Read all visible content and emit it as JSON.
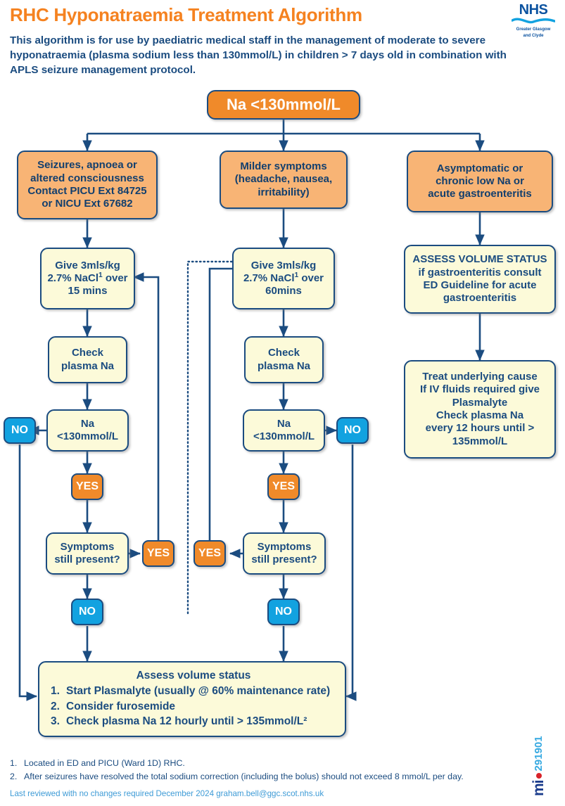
{
  "header": {
    "title": "RHC Hyponatraemia Treatment Algorithm",
    "intro": "This algorithm is for use by paediatric medical staff in the management of moderate to severe hyponatraemia (plasma sodium less than 130mmol/L) in children > 7 days old in combination with APLS seizure management protocol.",
    "logo": {
      "word": "NHS",
      "sub_line1": "Greater Glasgow",
      "sub_line2": "and Clyde"
    }
  },
  "colors": {
    "title_orange": "#F58220",
    "nhs_blue": "#0C53A0",
    "text_blue": "#1B4C80",
    "box_border": "#1B4C80",
    "orange_strong": "#F08A2A",
    "orange_light": "#F8B475",
    "cream": "#FCFAD9",
    "badge_no_blue": "#12A2E0",
    "review_blue": "#3E9BD6",
    "mi_navy": "#1B3C8C",
    "mi_red": "#D8232A",
    "mi_cyan": "#36A9E1"
  },
  "nodes": {
    "start": "Na <130mmol/L",
    "branch_left": "Seizures, apnoea or altered consciousness Contact PICU Ext 84725 or NICU Ext 67682",
    "branch_left_lines": [
      "Seizures, apnoea or",
      "altered consciousness",
      "Contact PICU Ext 84725",
      "or NICU Ext 67682"
    ],
    "branch_mid_lines": [
      "Milder symptoms",
      "(headache, nausea,",
      "irritability)"
    ],
    "branch_right_lines": [
      "Asymptomatic or",
      "chronic low Na or",
      "acute gastroenteritis"
    ],
    "left_give_lines": [
      "Give 3mls/kg",
      "2.7% NaCl¹ over",
      "15 mins"
    ],
    "mid_give_lines": [
      "Give 3mls/kg",
      "2.7% NaCl¹ over",
      "60mins"
    ],
    "right_assess_lines": [
      "ASSESS VOLUME STATUS",
      "if gastroenteritis consult",
      "ED Guideline for acute",
      "gastroenteritis"
    ],
    "check_plasma_lines": [
      "Check",
      "plasma Na"
    ],
    "na_decision_lines": [
      "Na",
      "<130mmol/L"
    ],
    "symptoms_lines": [
      "Symptoms",
      "still present?"
    ],
    "right_treat_lines": [
      "Treat underlying cause",
      "If IV fluids required give",
      "Plasmalyte",
      "Check plasma Na",
      "every 12 hours until >",
      "135mmol/L"
    ],
    "badge_yes": "YES",
    "badge_no": "NO"
  },
  "final_box": {
    "heading": "Assess volume status",
    "items": [
      {
        "num": "1.",
        "text": "Start Plasmalyte (usually @ 60% maintenance rate)"
      },
      {
        "num": "2.",
        "text": "Consider furosemide"
      },
      {
        "num": "3.",
        "text": "Check plasma Na 12 hourly until > 135mmol/L²"
      }
    ]
  },
  "footnotes": [
    {
      "num": "1.",
      "text": "Located in ED and PICU (Ward 1D) RHC."
    },
    {
      "num": "2.",
      "text": "After seizures have resolved the total sodium correction (including the bolus) should not exceed 8 mmol/L per day."
    }
  ],
  "review_line": "Last reviewed with no changes required December 2024 graham.bell@ggc.scot.nhs.uk",
  "mi_logo": {
    "word": "mi",
    "number": "291901"
  }
}
